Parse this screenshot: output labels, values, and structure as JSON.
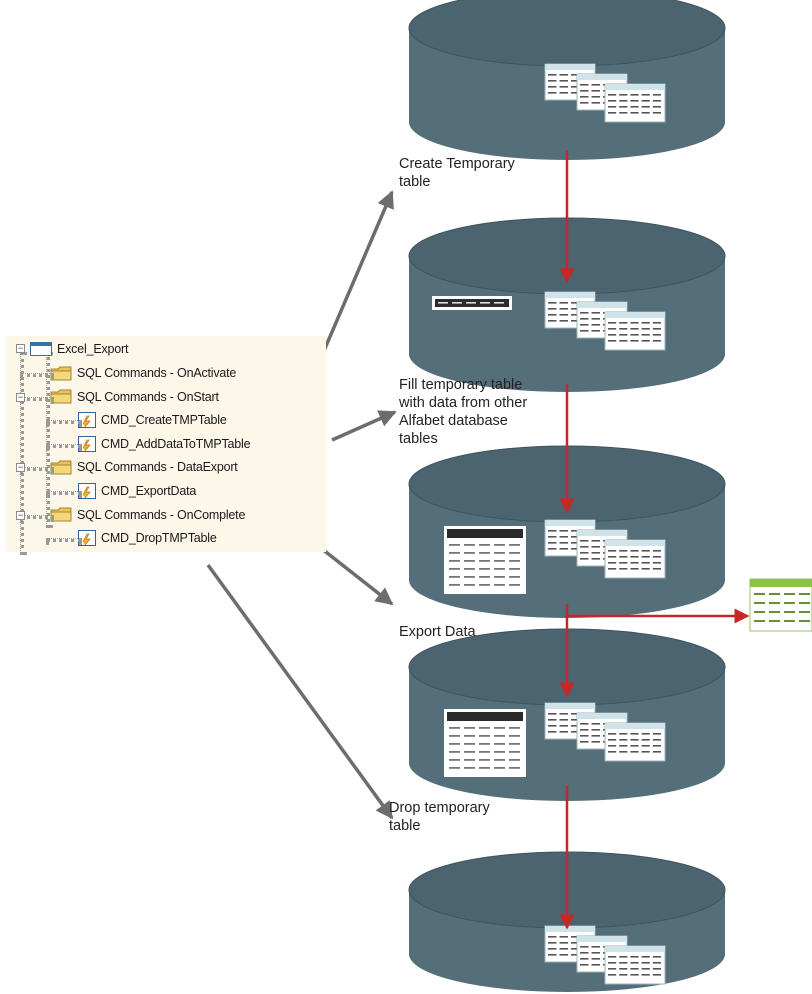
{
  "tree": {
    "root": {
      "label": "Excel_Export",
      "icon": "window-icon"
    },
    "items": [
      {
        "label": "SQL Commands - OnActivate",
        "icon": "folder-icon",
        "level": 1
      },
      {
        "label": "SQL Commands - OnStart",
        "icon": "folder-icon",
        "level": 1
      },
      {
        "label": "CMD_CreateTMPTable",
        "icon": "sql-command-icon",
        "level": 2
      },
      {
        "label": "CMD_AddDataToTMPTable",
        "icon": "sql-command-icon",
        "level": 2
      },
      {
        "label": "SQL Commands - DataExport",
        "icon": "folder-icon",
        "level": 1
      },
      {
        "label": "CMD_ExportData",
        "icon": "sql-command-icon",
        "level": 2
      },
      {
        "label": "SQL Commands - OnComplete",
        "icon": "folder-icon",
        "level": 1
      },
      {
        "label": "CMD_DropTMPTable",
        "icon": "sql-command-icon",
        "level": 2
      }
    ]
  },
  "steps": {
    "create": [
      "Create Temporary",
      "table"
    ],
    "fill": [
      "Fill temporary table",
      "with data from other",
      "Alfabet database",
      "tables"
    ],
    "export": [
      "Export Data"
    ],
    "drop": [
      "Drop temporary",
      "table"
    ]
  },
  "colors": {
    "database": "#546e7a",
    "database_top": "#4b6470",
    "flow_arrow": "#c62828",
    "link_arrow": "#6d6d6d",
    "tree_background": "#fdf7ea",
    "table_header": "#cfe3e8",
    "temp_table_header": "#2b2b2b",
    "export_header": "#8bc34a"
  }
}
